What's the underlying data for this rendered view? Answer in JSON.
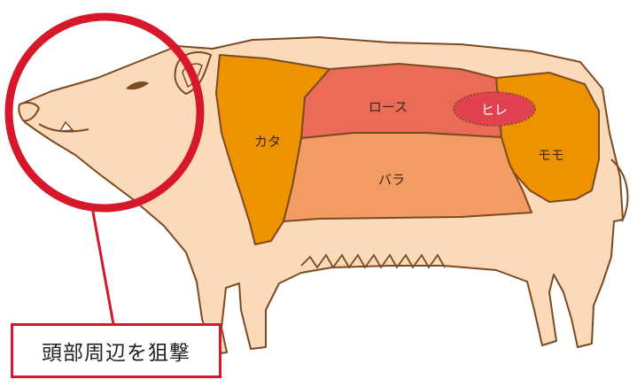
{
  "diagram": {
    "cuts": [
      {
        "id": "kata",
        "label": "カタ"
      },
      {
        "id": "rosu",
        "label": "ロース"
      },
      {
        "id": "hire",
        "label": "ヒレ"
      },
      {
        "id": "bara",
        "label": "バラ"
      },
      {
        "id": "momo",
        "label": "モモ"
      }
    ],
    "callout_text": "頭部周辺を狙撃"
  },
  "colors": {
    "body_fill": "#fbd9b9",
    "outline": "#7a4a22",
    "kata_momo": "#ef9200",
    "rosu": "#ea6b57",
    "hire": "#e0434f",
    "bara": "#f29b62",
    "ring": "#d7182a"
  },
  "icons": [
    "boar-illustration",
    "target-ring"
  ]
}
